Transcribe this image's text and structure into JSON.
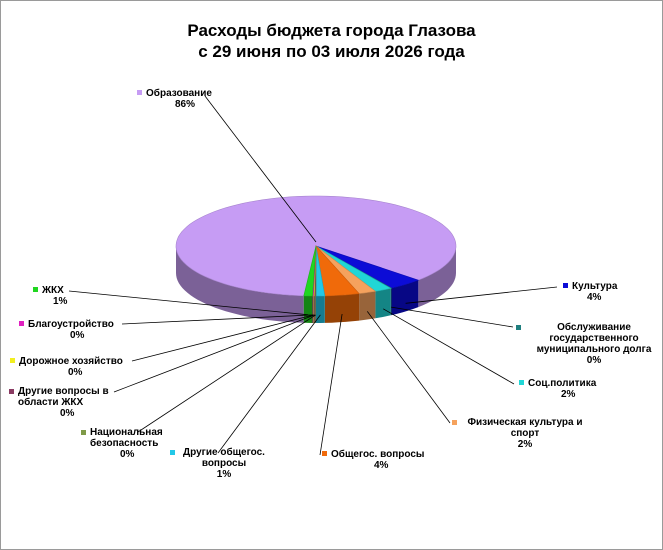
{
  "chart_data": {
    "type": "pie",
    "title_lines": [
      "Расходы бюджета города Глазова",
      "с 29 июня по 03 июля 2026 года"
    ],
    "slices": [
      {
        "name": "Образование",
        "value": 86,
        "label": "86%",
        "color": "#c69cf4"
      },
      {
        "name": "Культура",
        "value": 4,
        "label": "4%",
        "color": "#0c0cd6"
      },
      {
        "name": "Обслуживание государственного муниципального долга",
        "value": 0.1,
        "label": "0%",
        "color": "#1f7f7f"
      },
      {
        "name": "Соц.политика",
        "value": 2,
        "label": "2%",
        "color": "#20d6d6"
      },
      {
        "name": "Физическая культура и спорт",
        "value": 2,
        "label": "2%",
        "color": "#f5a25d"
      },
      {
        "name": "Общегос. вопросы",
        "value": 4,
        "label": "4%",
        "color": "#f06a0a"
      },
      {
        "name": "Другие общегос. вопросы",
        "value": 1,
        "label": "1%",
        "color": "#22c8e8"
      },
      {
        "name": "Национальная безопасность",
        "value": 0.1,
        "label": "0%",
        "color": "#7f9a48"
      },
      {
        "name": "Другие вопросы в области ЖКХ",
        "value": 0.1,
        "label": "0%",
        "color": "#8a3a62"
      },
      {
        "name": "Дорожное хозяйство",
        "value": 0.1,
        "label": "0%",
        "color": "#f2ef20"
      },
      {
        "name": "Благоустройство",
        "value": 0.1,
        "label": "0%",
        "color": "#e020c0"
      },
      {
        "name": "ЖКХ",
        "value": 1,
        "label": "1%",
        "color": "#20d620"
      }
    ],
    "legend": "data-labels"
  }
}
